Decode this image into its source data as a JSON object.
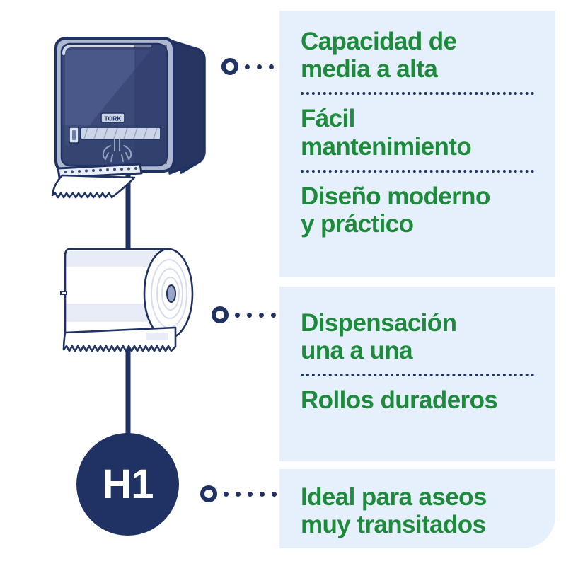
{
  "colors": {
    "panel_bg": "#e5f0fc",
    "feature_text": "#1e8a3c",
    "navy": "#1f3263",
    "badge_text": "#ffffff",
    "page_bg": "#ffffff"
  },
  "badge": {
    "label": "H1"
  },
  "illustration": {
    "dispenser_brand": "TORK",
    "dispenser_name": "tork-paper-towel-dispenser",
    "roll_name": "paper-roll"
  },
  "panels": [
    {
      "id": "panel-1",
      "features": [
        "Capacidad de\nmedia a alta",
        "Fácil\nmantenimiento",
        "Diseño moderno\ny práctico"
      ]
    },
    {
      "id": "panel-2",
      "features": [
        "Dispensación\nuna a una",
        "Rollos duraderos"
      ]
    },
    {
      "id": "panel-3",
      "features": [
        "Ideal para aseos\nmuy transitados"
      ]
    }
  ],
  "connectors": [
    {
      "dots": 4
    },
    {
      "dots": 5
    },
    {
      "dots": 6
    }
  ]
}
